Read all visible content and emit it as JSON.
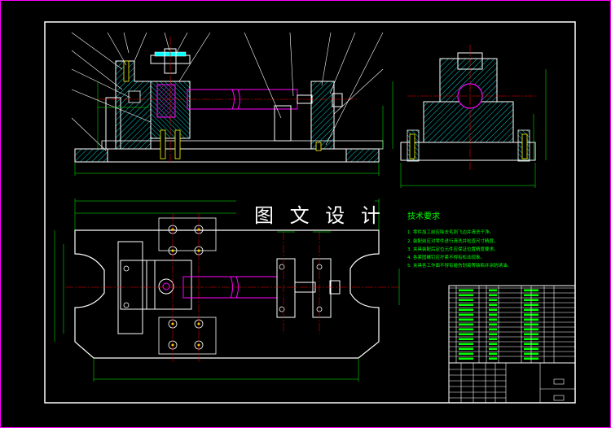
{
  "title_overlay": "图 文 设 计",
  "technical_requirements": {
    "heading": "技术要求",
    "items": [
      "1. 零件加工前应除去毛刺飞边并清洗干净。",
      "2. 装配前应对零件进行清洗并检查尺寸精度。",
      "3. 夹具装配后定位元件应保证位置精度要求。",
      "4. 各紧固螺钉应拧紧不得有松动现象。",
      "5. 夹具各工作面不得有碰伤划痕等缺陷并涂防锈油。"
    ]
  },
  "colors": {
    "background": "#000000",
    "border": "#ffffff",
    "outer_border": "#ff00ff",
    "part_outline": "#ffffff",
    "hatch": "#00ffff",
    "centerline": "#ff0000",
    "dimension": "#00ff00",
    "workpiece": "#ff00ff",
    "bolt": "#ffff00"
  }
}
